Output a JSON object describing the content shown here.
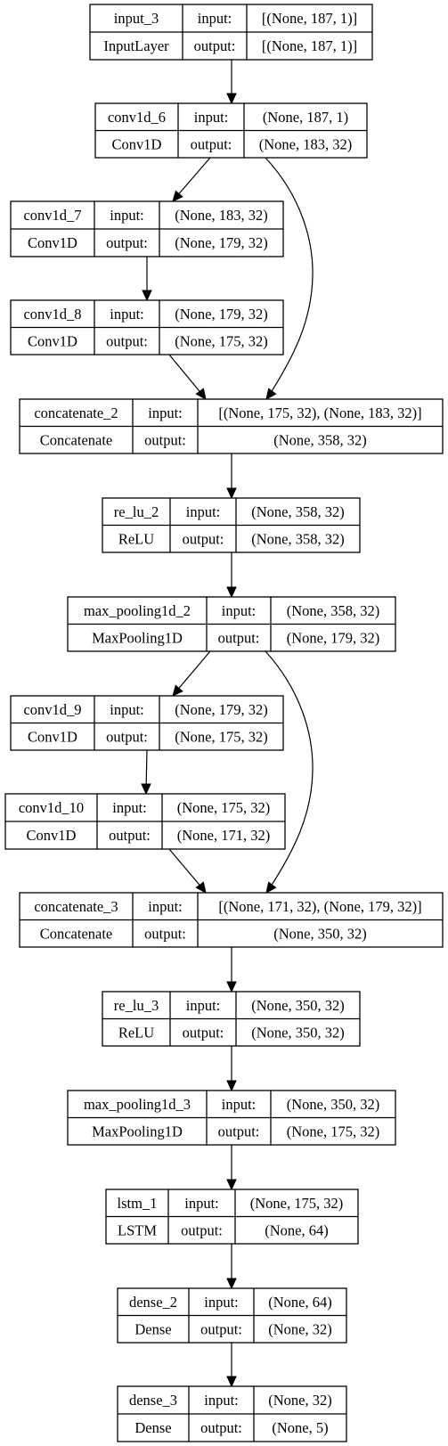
{
  "nodes": [
    {
      "id": "input_3",
      "name": "input_3",
      "type": "InputLayer",
      "in_label": "input:",
      "out_label": "output:",
      "input": "[(None, 187, 1)]",
      "output": "[(None, 187, 1)]"
    },
    {
      "id": "conv1d_6",
      "name": "conv1d_6",
      "type": "Conv1D",
      "in_label": "input:",
      "out_label": "output:",
      "input": "(None, 187, 1)",
      "output": "(None, 183, 32)"
    },
    {
      "id": "conv1d_7",
      "name": "conv1d_7",
      "type": "Conv1D",
      "in_label": "input:",
      "out_label": "output:",
      "input": "(None, 183, 32)",
      "output": "(None, 179, 32)"
    },
    {
      "id": "conv1d_8",
      "name": "conv1d_8",
      "type": "Conv1D",
      "in_label": "input:",
      "out_label": "output:",
      "input": "(None, 179, 32)",
      "output": "(None, 175, 32)"
    },
    {
      "id": "concatenate_2",
      "name": "concatenate_2",
      "type": "Concatenate",
      "in_label": "input:",
      "out_label": "output:",
      "input": "[(None, 175, 32), (None, 183, 32)]",
      "output": "(None, 358, 32)"
    },
    {
      "id": "re_lu_2",
      "name": "re_lu_2",
      "type": "ReLU",
      "in_label": "input:",
      "out_label": "output:",
      "input": "(None, 358, 32)",
      "output": "(None, 358, 32)"
    },
    {
      "id": "max_pooling1d_2",
      "name": "max_pooling1d_2",
      "type": "MaxPooling1D",
      "in_label": "input:",
      "out_label": "output:",
      "input": "(None, 358, 32)",
      "output": "(None, 179, 32)"
    },
    {
      "id": "conv1d_9",
      "name": "conv1d_9",
      "type": "Conv1D",
      "in_label": "input:",
      "out_label": "output:",
      "input": "(None, 179, 32)",
      "output": "(None, 175, 32)"
    },
    {
      "id": "conv1d_10",
      "name": "conv1d_10",
      "type": "Conv1D",
      "in_label": "input:",
      "out_label": "output:",
      "input": "(None, 175, 32)",
      "output": "(None, 171, 32)"
    },
    {
      "id": "concatenate_3",
      "name": "concatenate_3",
      "type": "Concatenate",
      "in_label": "input:",
      "out_label": "output:",
      "input": "[(None, 171, 32), (None, 179, 32)]",
      "output": "(None, 350, 32)"
    },
    {
      "id": "re_lu_3",
      "name": "re_lu_3",
      "type": "ReLU",
      "in_label": "input:",
      "out_label": "output:",
      "input": "(None, 350, 32)",
      "output": "(None, 350, 32)"
    },
    {
      "id": "max_pooling1d_3",
      "name": "max_pooling1d_3",
      "type": "MaxPooling1D",
      "in_label": "input:",
      "out_label": "output:",
      "input": "(None, 350, 32)",
      "output": "(None, 175, 32)"
    },
    {
      "id": "lstm_1",
      "name": "lstm_1",
      "type": "LSTM",
      "in_label": "input:",
      "out_label": "output:",
      "input": "(None, 175, 32)",
      "output": "(None, 64)"
    },
    {
      "id": "dense_2",
      "name": "dense_2",
      "type": "Dense",
      "in_label": "input:",
      "out_label": "output:",
      "input": "(None, 64)",
      "output": "(None, 32)"
    },
    {
      "id": "dense_3",
      "name": "dense_3",
      "type": "Dense",
      "in_label": "input:",
      "out_label": "output:",
      "input": "(None, 32)",
      "output": "(None, 5)"
    }
  ],
  "edges": [
    {
      "from": "input_3",
      "to": "conv1d_6"
    },
    {
      "from": "conv1d_6",
      "to": "conv1d_7"
    },
    {
      "from": "conv1d_7",
      "to": "conv1d_8"
    },
    {
      "from": "conv1d_8",
      "to": "concatenate_2"
    },
    {
      "from": "conv1d_6",
      "to": "concatenate_2"
    },
    {
      "from": "concatenate_2",
      "to": "re_lu_2"
    },
    {
      "from": "re_lu_2",
      "to": "max_pooling1d_2"
    },
    {
      "from": "max_pooling1d_2",
      "to": "conv1d_9"
    },
    {
      "from": "conv1d_9",
      "to": "conv1d_10"
    },
    {
      "from": "conv1d_10",
      "to": "concatenate_3"
    },
    {
      "from": "max_pooling1d_2",
      "to": "concatenate_3"
    },
    {
      "from": "concatenate_3",
      "to": "re_lu_3"
    },
    {
      "from": "re_lu_3",
      "to": "max_pooling1d_3"
    },
    {
      "from": "max_pooling1d_3",
      "to": "lstm_1"
    },
    {
      "from": "lstm_1",
      "to": "dense_2"
    },
    {
      "from": "dense_2",
      "to": "dense_3"
    }
  ]
}
